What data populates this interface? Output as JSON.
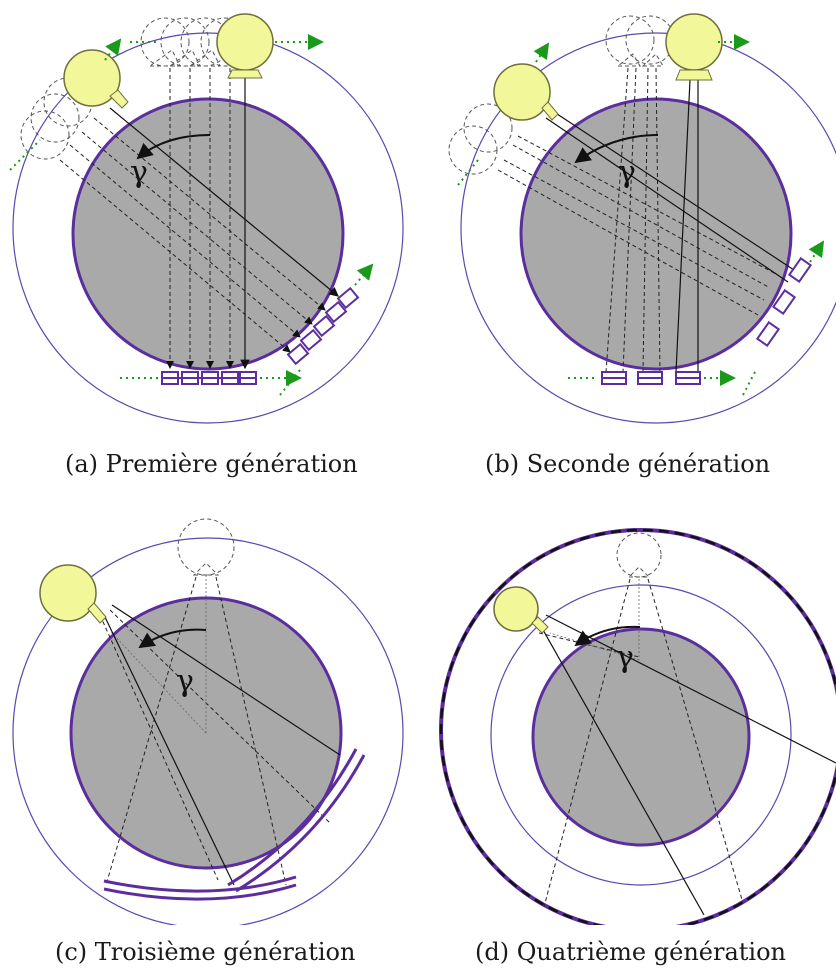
{
  "colors": {
    "body_fill": "#a9a9a9",
    "body_stroke": "#5b2d9e",
    "gantry": "#5b48b0",
    "source_fill": "#f2f799",
    "source_stroke": "#6f6f3a",
    "detector": "#5b2d9e",
    "motion_arrow": "#1a9a1a"
  },
  "symbol": "γ",
  "panels": [
    {
      "key": "a",
      "caption": "(a)  Première génération"
    },
    {
      "key": "b",
      "caption": "(b)  Seconde génération"
    },
    {
      "key": "c",
      "caption": "(c)  Troisième génération"
    },
    {
      "key": "d",
      "caption": "(d)  Quatrième génération"
    }
  ]
}
